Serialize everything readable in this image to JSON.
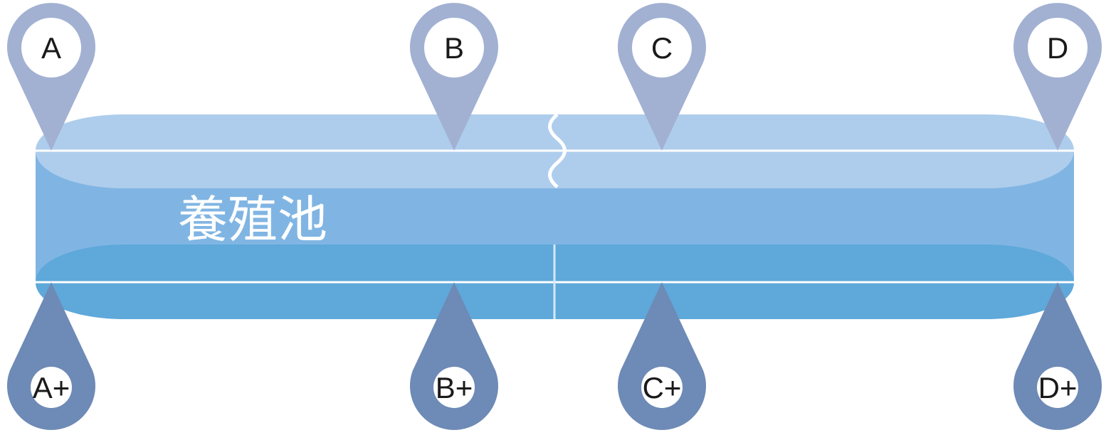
{
  "pool": {
    "title": "養殖池",
    "colors": {
      "upper_band": "#aecdec",
      "middle_band": "#80b5e3",
      "lower_band": "#5ea8da",
      "divider": "#ffffff",
      "pin_upper": "#a2b1d2",
      "pin_lower": "#6e8ab6"
    }
  },
  "pins_top": [
    {
      "label": "A"
    },
    {
      "label": "B"
    },
    {
      "label": "C"
    },
    {
      "label": "D"
    }
  ],
  "pins_bottom": [
    {
      "label": "A+"
    },
    {
      "label": "B+"
    },
    {
      "label": "C+"
    },
    {
      "label": "D+"
    }
  ]
}
